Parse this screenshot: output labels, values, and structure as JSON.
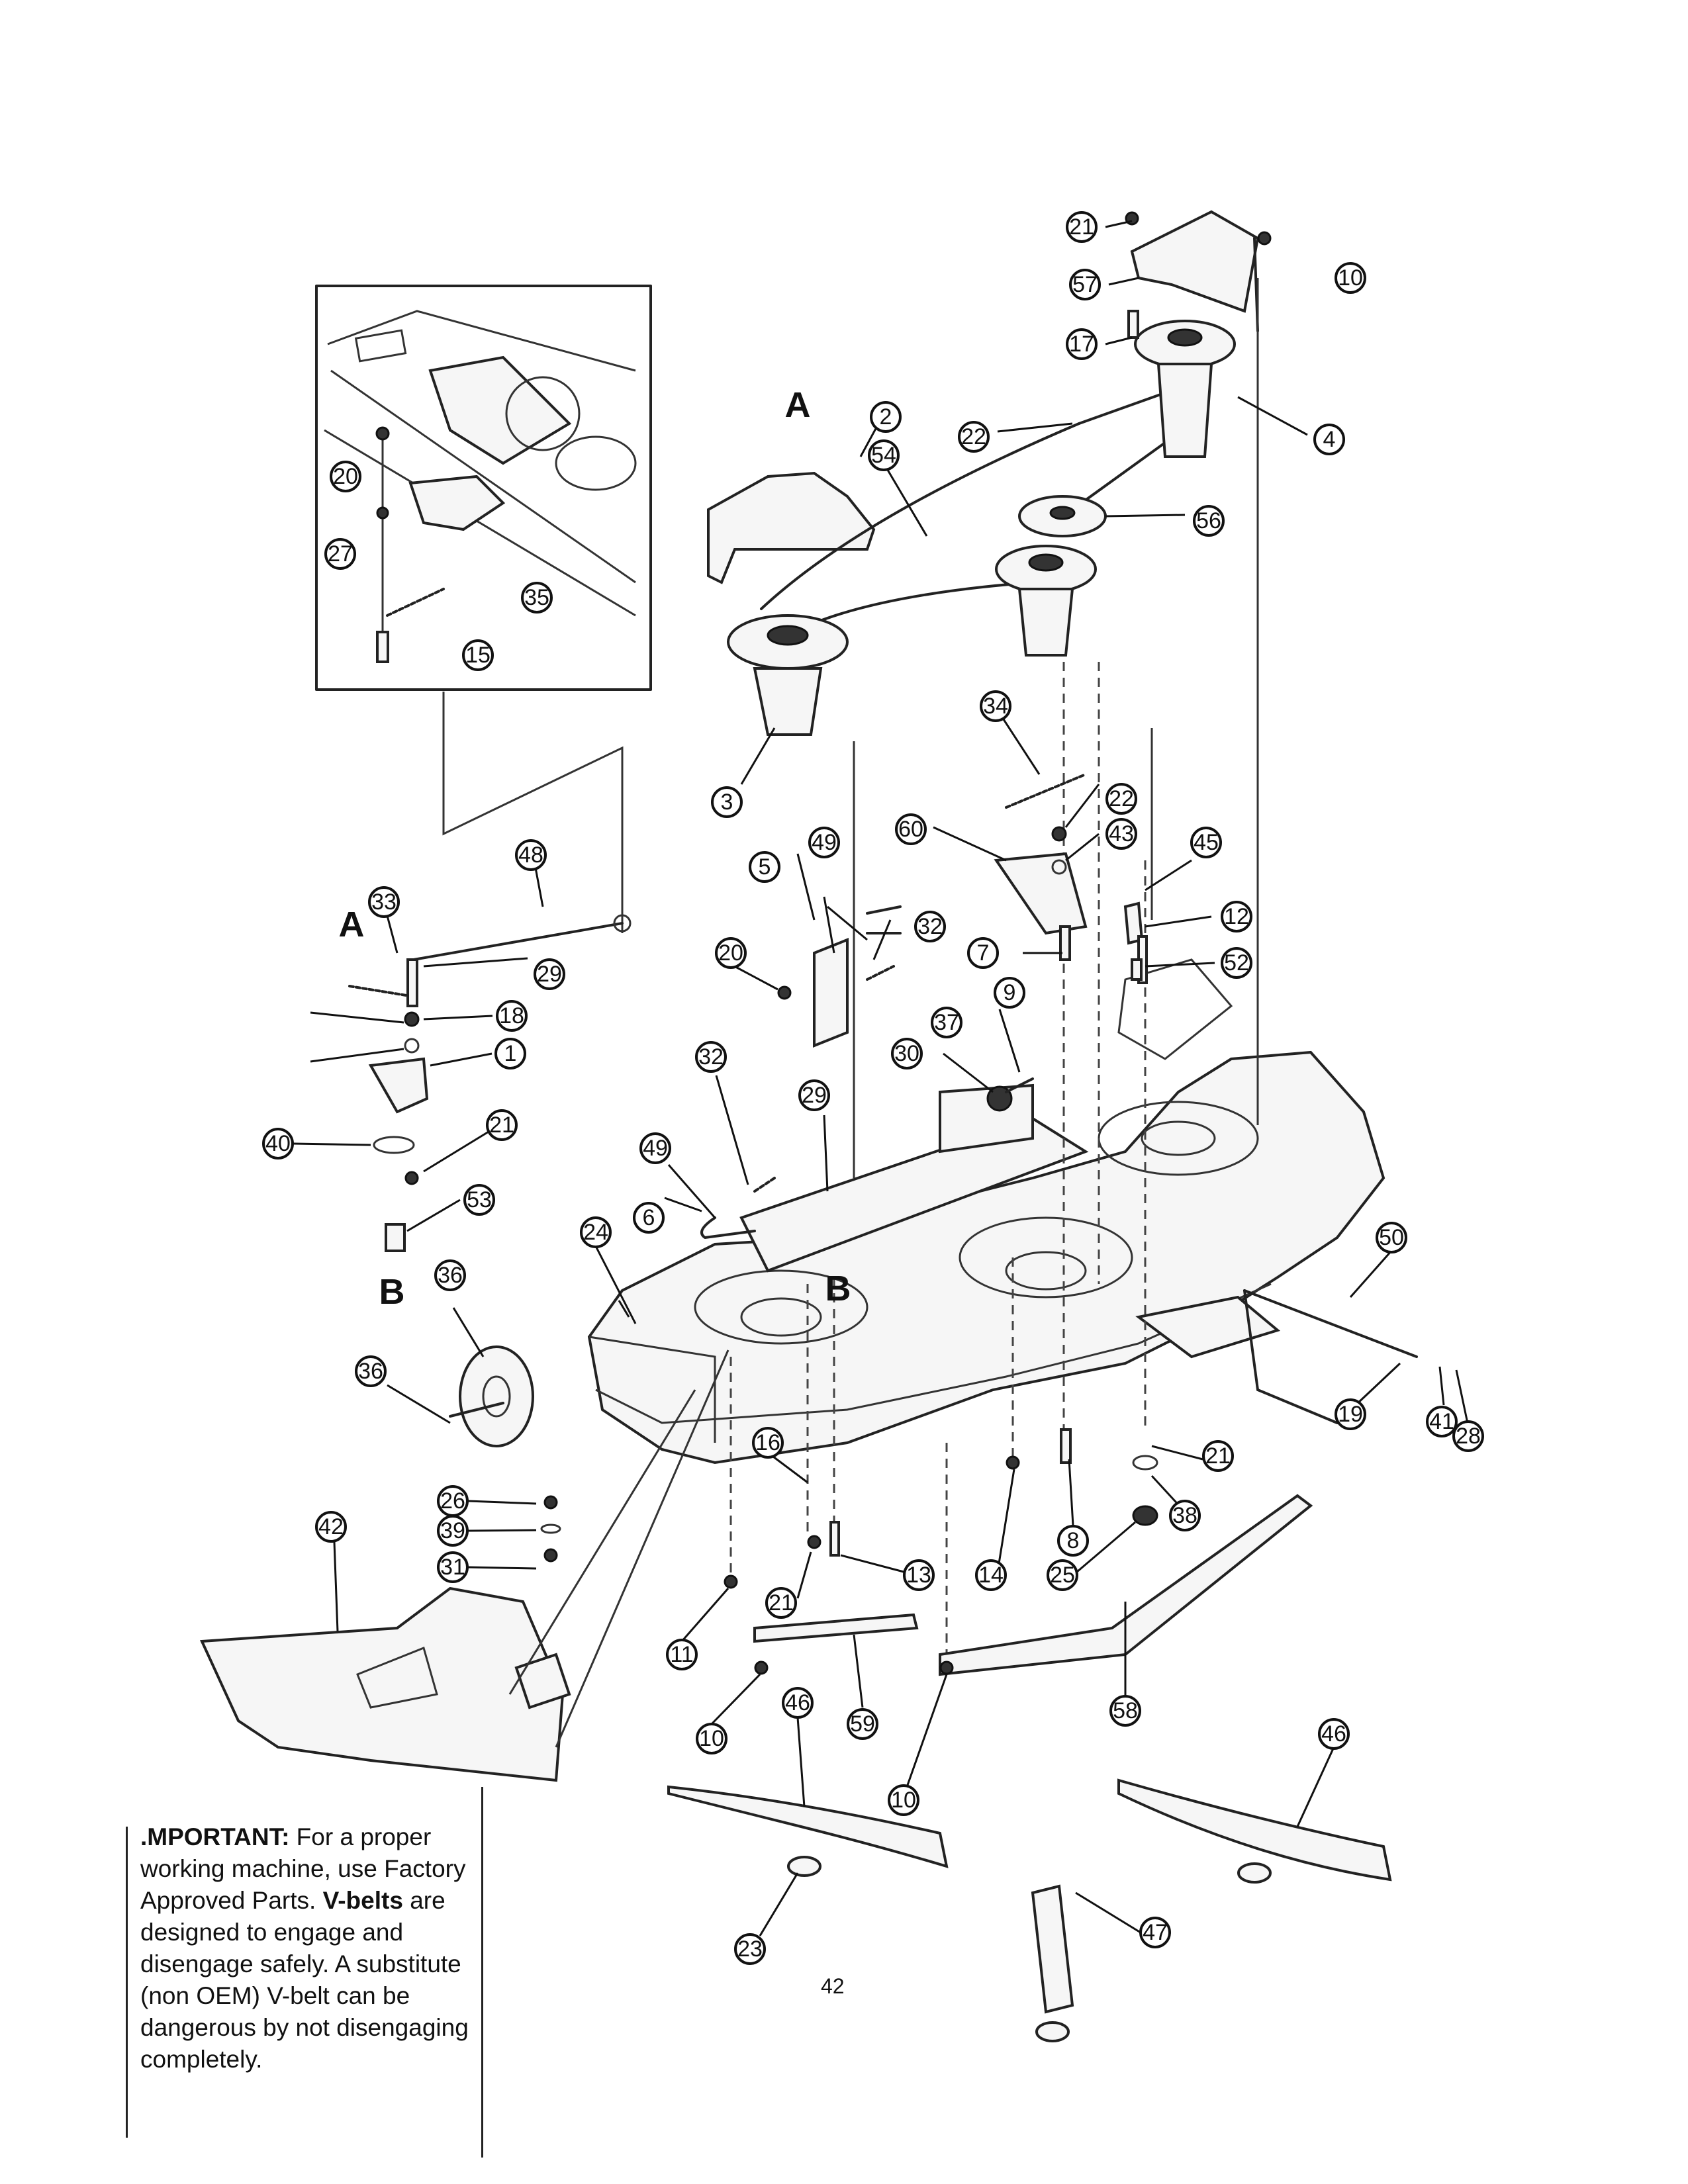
{
  "page_number": "42",
  "ref_labels": [
    "A",
    "A",
    "B",
    "B"
  ],
  "callouts": [
    "21",
    "10",
    "57",
    "17",
    "4",
    "22",
    "2",
    "54",
    "56",
    "20",
    "27",
    "35",
    "15",
    "3",
    "34",
    "22",
    "43",
    "60",
    "45",
    "48",
    "49",
    "5",
    "12",
    "33",
    "29",
    "32",
    "52",
    "7",
    "20",
    "9",
    "18",
    "37",
    "1",
    "30",
    "21",
    "32",
    "29",
    "49",
    "40",
    "6",
    "53",
    "24",
    "36",
    "50",
    "36",
    "19",
    "41",
    "28",
    "16",
    "21",
    "26",
    "39",
    "31",
    "42",
    "38",
    "13",
    "14",
    "8",
    "25",
    "21",
    "11",
    "59",
    "58",
    "10",
    "46",
    "10",
    "46",
    "47",
    "23"
  ],
  "note": {
    "lead_bold": ".MPORTANT:",
    "lead_text": " For a proper working machine, use Factory Approved Parts. ",
    "belt_bold": "V-belts",
    "belt_text": " are designed to engage and disengage safely. A substitute (non OEM) V-belt can be dangerous by not disengaging completely."
  }
}
